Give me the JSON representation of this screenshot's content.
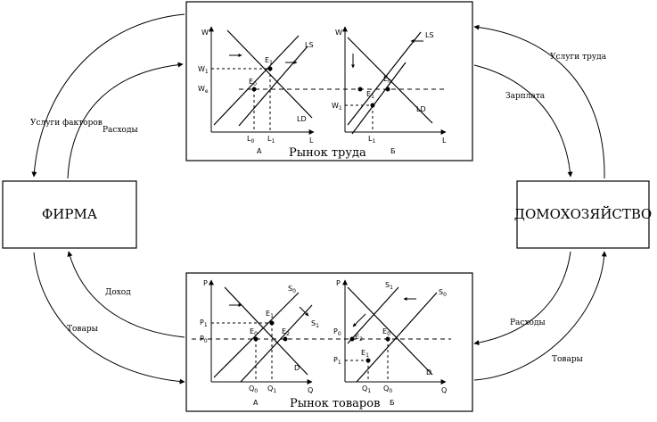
{
  "firm": {
    "label": "ФИРМА"
  },
  "household": {
    "label": "ДОМОХОЗЯЙСТВО"
  },
  "labor_market": {
    "title": "Рынок труда",
    "left": {
      "caption": "A",
      "y_axis": "W",
      "x_axis": "L",
      "supply": "LS",
      "demand": "LD",
      "w_top": "W",
      "w_top_sub": "1",
      "w_low": "W",
      "w_low_sub": "e",
      "q_a": "L",
      "q_a_sub": "0",
      "q_b": "L",
      "q_b_sub": "1",
      "e_top": "E",
      "e_top_sub": "1",
      "e_low": "E",
      "e_low_sub": "0"
    },
    "right": {
      "caption": "Б",
      "y_axis": "W",
      "x_axis": "L",
      "supply": "LS",
      "demand": "LD",
      "w_low": "W",
      "w_low_sub": "1",
      "q_a": "L",
      "q_a_sub": "1",
      "e_top": "E",
      "e_top_sub": "0",
      "e_low": "E",
      "e_low_sub": "1"
    }
  },
  "goods_market": {
    "title": "Рынок товаров",
    "left": {
      "caption": "A",
      "y_axis": "P",
      "x_axis": "Q",
      "supply0": "S",
      "supply0_sub": "0",
      "supply1": "S",
      "supply1_sub": "1",
      "demand": "D",
      "p_top": "P",
      "p_top_sub": "1",
      "p_low": "P",
      "p_low_sub": "0",
      "q_a": "Q",
      "q_a_sub": "0",
      "q_b": "Q",
      "q_b_sub": "1",
      "e_top": "E",
      "e_top_sub": "1",
      "e_mid": "E",
      "e_mid_sub": "0",
      "e_right": "E",
      "e_right_sub": "2"
    },
    "right": {
      "caption": "Б",
      "y_axis": "P",
      "x_axis": "Q",
      "supply0": "S",
      "supply0_sub": "0",
      "supply1": "S",
      "supply1_sub": "1",
      "demand": "D",
      "p_top": "P",
      "p_top_sub": "0",
      "p_low": "P",
      "p_low_sub": "1",
      "q_a": "Q",
      "q_a_sub": "1",
      "q_b": "Q",
      "q_b_sub": "0",
      "e_top": "E",
      "e_top_sub": "0",
      "e_mid": "E",
      "e_mid_sub": "2",
      "e_low": "E",
      "e_low_sub": "1"
    }
  },
  "flows": {
    "factor_services": "Услуги факторов",
    "expenses_firm": "Расходы",
    "labor_services": "Услуги труда",
    "salary": "Зарплата",
    "income": "Доход",
    "goods_firm": "Товары",
    "expenses_household": "Расходы",
    "goods_household": "Товары"
  }
}
